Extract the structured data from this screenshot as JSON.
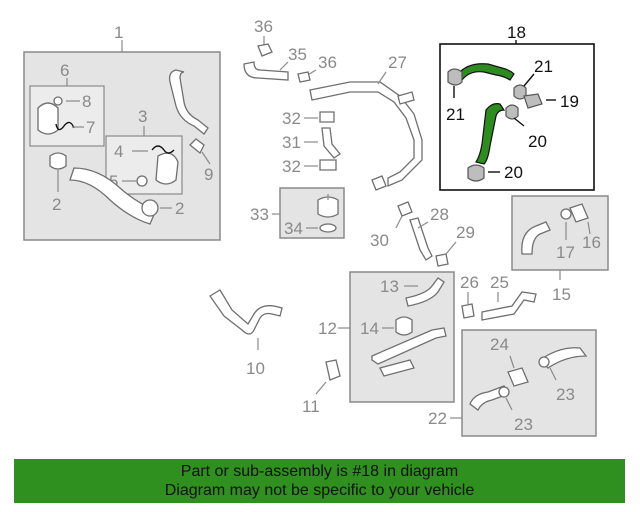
{
  "diagram": {
    "callouts": {
      "c1": "1",
      "c2a": "2",
      "c2b": "2",
      "c3": "3",
      "c4": "4",
      "c5": "5",
      "c6": "6",
      "c7": "7",
      "c8": "8",
      "c9": "9",
      "c10": "10",
      "c11": "11",
      "c12": "12",
      "c13": "13",
      "c14": "14",
      "c15": "15",
      "c16": "16",
      "c17": "17",
      "c18": "18",
      "c19": "19",
      "c20a": "20",
      "c20b": "20",
      "c21a": "21",
      "c21b": "21",
      "c22": "22",
      "c23a": "23",
      "c23b": "23",
      "c24": "24",
      "c25": "25",
      "c26": "26",
      "c27": "27",
      "c28": "28",
      "c29": "29",
      "c30": "30",
      "c31": "31",
      "c32a": "32",
      "c32b": "32",
      "c33": "33",
      "c34": "34",
      "c35": "35",
      "c36a": "36",
      "c36b": "36"
    },
    "highlight_color": "#2e8b1f",
    "part_color": "#bdbdbd"
  },
  "footer": {
    "line1": "Part or sub-assembly is #18 in diagram",
    "line2": "Diagram may not be specific to your vehicle",
    "background": "#2f8f1f"
  }
}
